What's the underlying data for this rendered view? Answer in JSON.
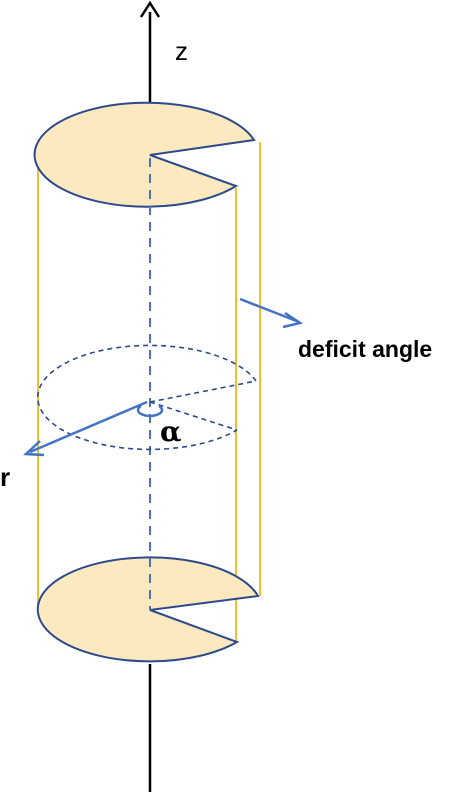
{
  "labels": {
    "z_axis": "z",
    "deficit": "deficit angle",
    "alpha": "α",
    "radius": "r"
  },
  "colors": {
    "disk_fill": "#FCE9C0",
    "disk_stroke": "#2E4A8C",
    "cylinder_line": "#F2B619",
    "blue": "#4472C4",
    "axis": "#000000",
    "text": "#000000"
  }
}
